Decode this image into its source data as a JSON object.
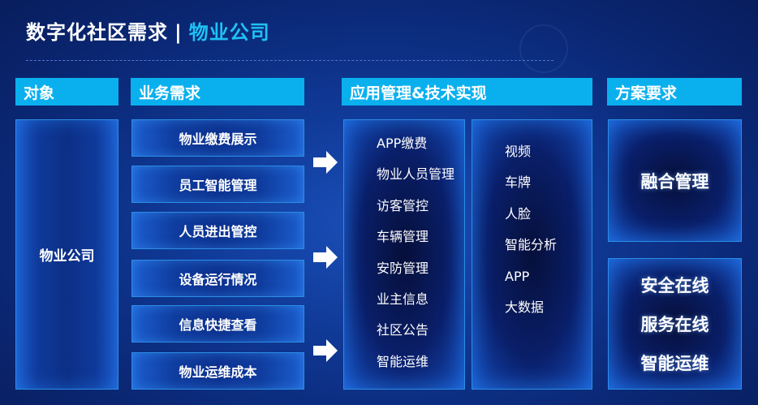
{
  "page": {
    "title_main": "数字化社区需求",
    "title_sep": "|",
    "title_sub": "物业公司"
  },
  "colors": {
    "accent": "#0ab0ee",
    "subtitle": "#1fc1f5",
    "background": "#0b2a7a"
  },
  "columns": {
    "object": {
      "header": "对象",
      "item": "物业公司"
    },
    "business": {
      "header": "业务需求",
      "items": [
        "物业缴费展示",
        "员工智能管理",
        "人员进出管控",
        "设备运行情况",
        "信息快捷查看",
        "物业运维成本"
      ]
    },
    "application": {
      "header": "应用管理&技术实现",
      "left_items": [
        "APP缴费",
        "物业人员管理",
        "访客管控",
        "车辆管理",
        "安防管理",
        "业主信息",
        "社区公告",
        "智能运维"
      ],
      "right_items": [
        "视频",
        "车牌",
        "人脸",
        "智能分析",
        "APP",
        "大数据"
      ]
    },
    "solution": {
      "header": "方案要求",
      "top_item": "融合管理",
      "bottom_items": [
        "安全在线",
        "服务在线",
        "智能运维"
      ]
    }
  },
  "icons": {
    "arrow": "right-arrow-icon"
  }
}
